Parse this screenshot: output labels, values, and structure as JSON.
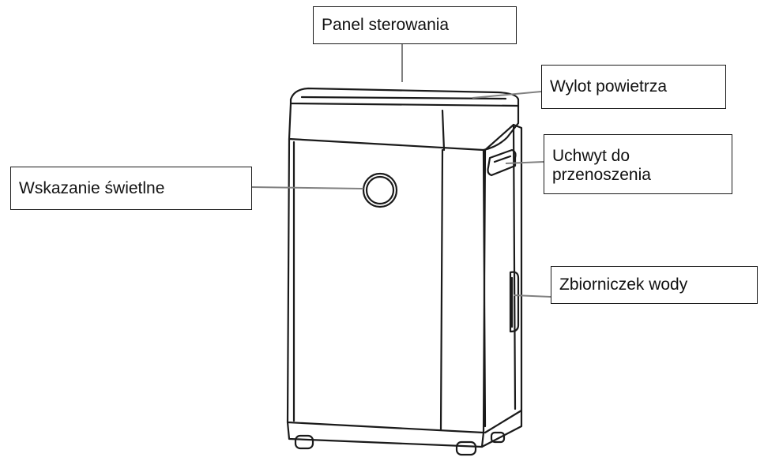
{
  "labels": {
    "control_panel": "Panel sterowania",
    "air_outlet": "Wylot powietrza",
    "carry_handle_line1": "Uchwyt do",
    "carry_handle_line2": "przenoszenia",
    "light_indicator": "Wskazanie świetlne",
    "water_tank": "Zbiorniczek wody"
  },
  "colors": {
    "stroke": "#1a1a1a",
    "leader": "#808080",
    "background": "#ffffff"
  }
}
